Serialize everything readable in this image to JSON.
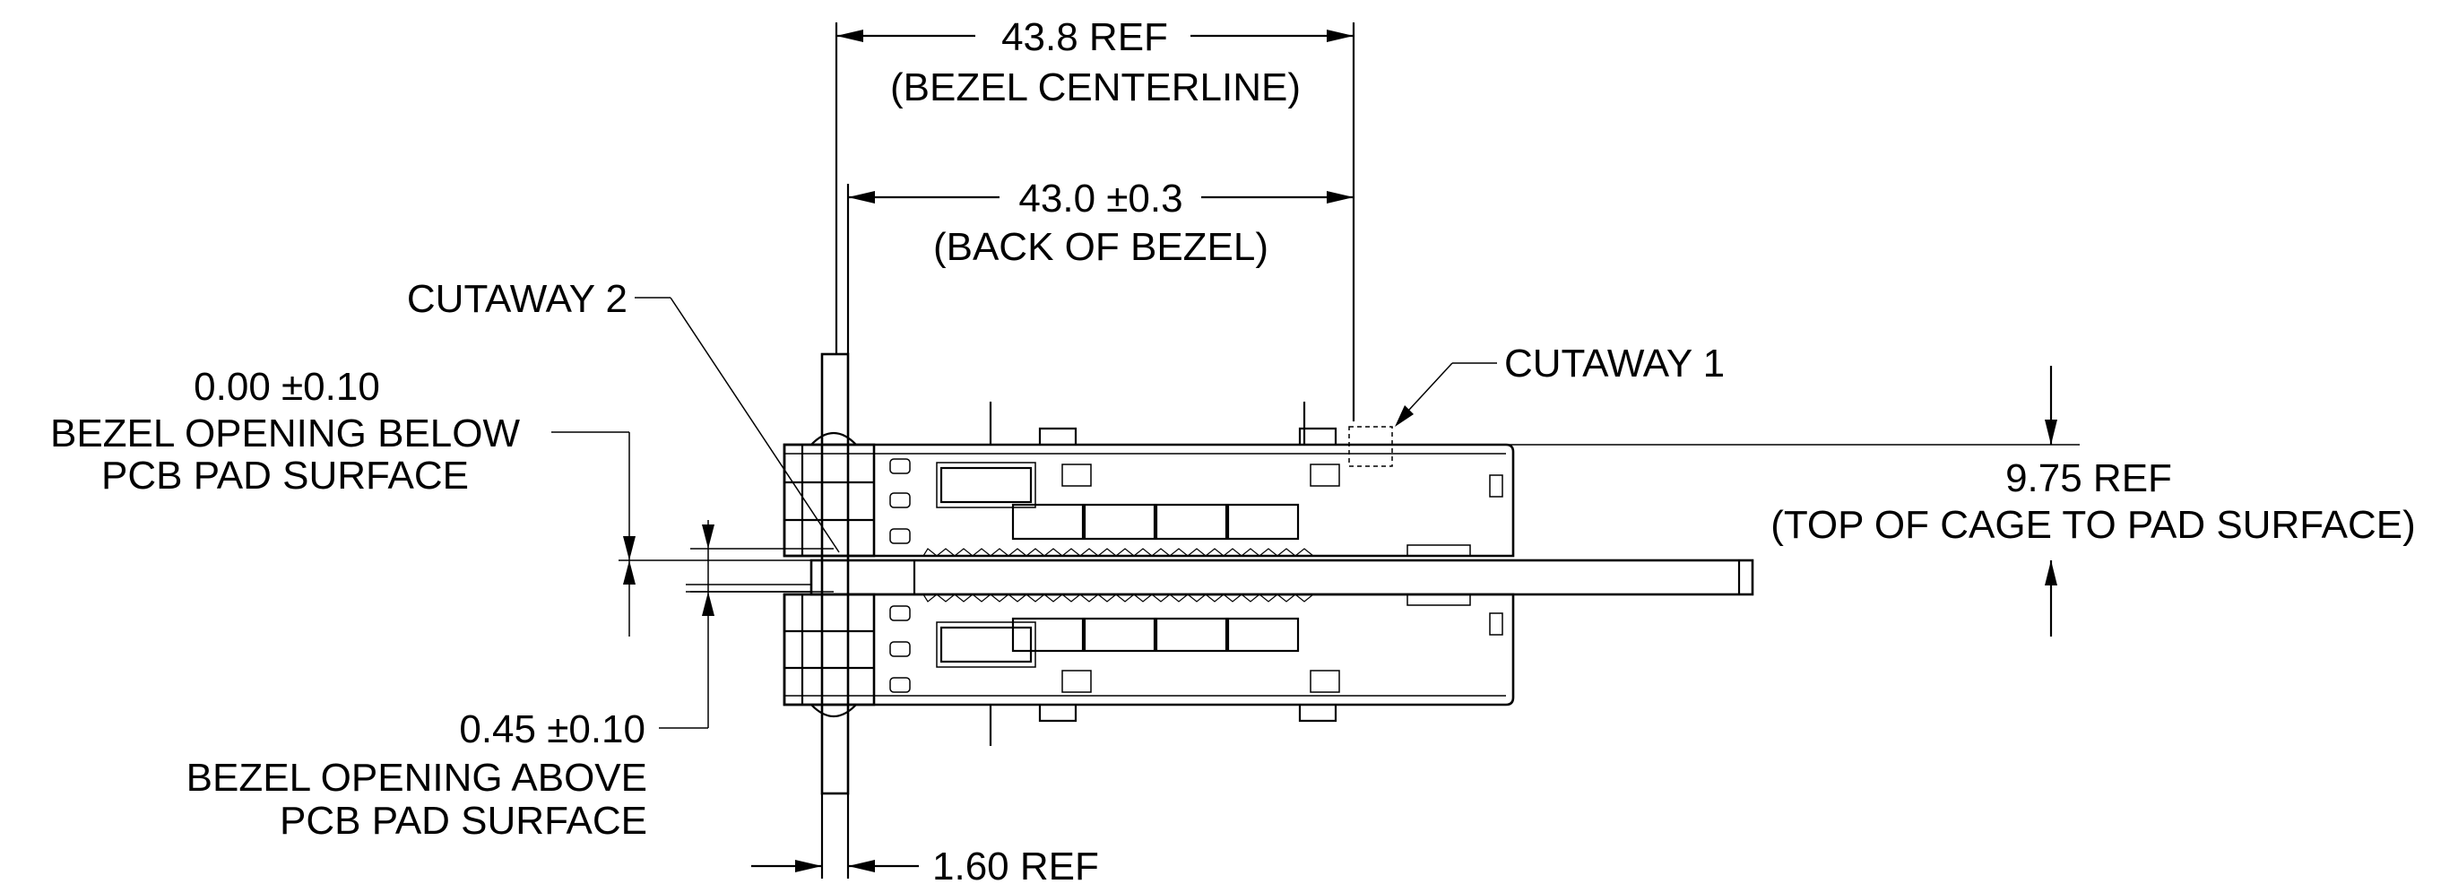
{
  "dimensions": {
    "bezel_centerline": {
      "value": "43.8 REF",
      "note": "(BEZEL CENTERLINE)"
    },
    "back_of_bezel": {
      "value": "43.0 ±0.3",
      "note": "(BACK OF BEZEL)"
    },
    "cage_height": {
      "value": "9.75 REF",
      "note": "(TOP OF CAGE TO PAD SURFACE)"
    },
    "bezel_below": {
      "value": "0.00 ±0.10",
      "line1": "BEZEL OPENING BELOW",
      "line2": "PCB PAD SURFACE"
    },
    "bezel_above": {
      "value": "0.45 ±0.10",
      "line1": "BEZEL OPENING ABOVE",
      "line2": "PCB PAD SURFACE"
    },
    "bezel_thickness": {
      "value": "1.60 REF"
    }
  },
  "callouts": {
    "cutaway_1": "CUTAWAY 1",
    "cutaway_2": "CUTAWAY 2"
  }
}
